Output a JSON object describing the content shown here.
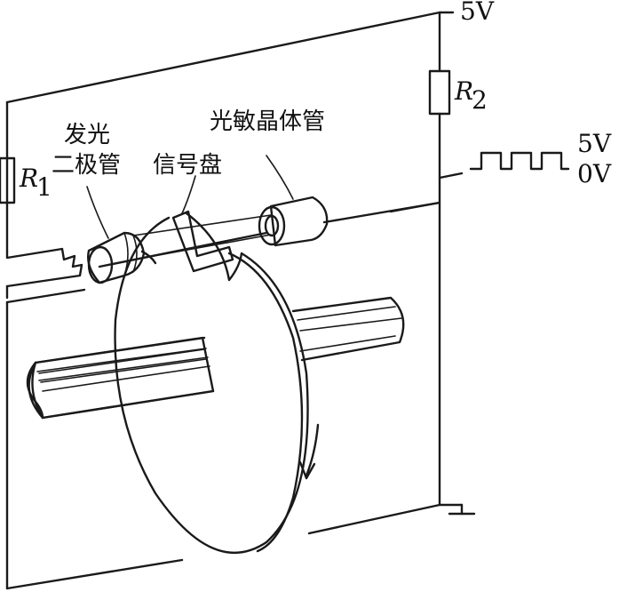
{
  "labels": {
    "supply_voltage": "5V",
    "r1": "R",
    "r1_sub": "1",
    "r2": "R",
    "r2_sub": "2",
    "pulse_high": "5V",
    "pulse_low": "0V",
    "led_line1": "发光",
    "led_line2": "二极管",
    "signal_disk": "信号盘",
    "phototransistor": "光敏晶体管"
  }
}
